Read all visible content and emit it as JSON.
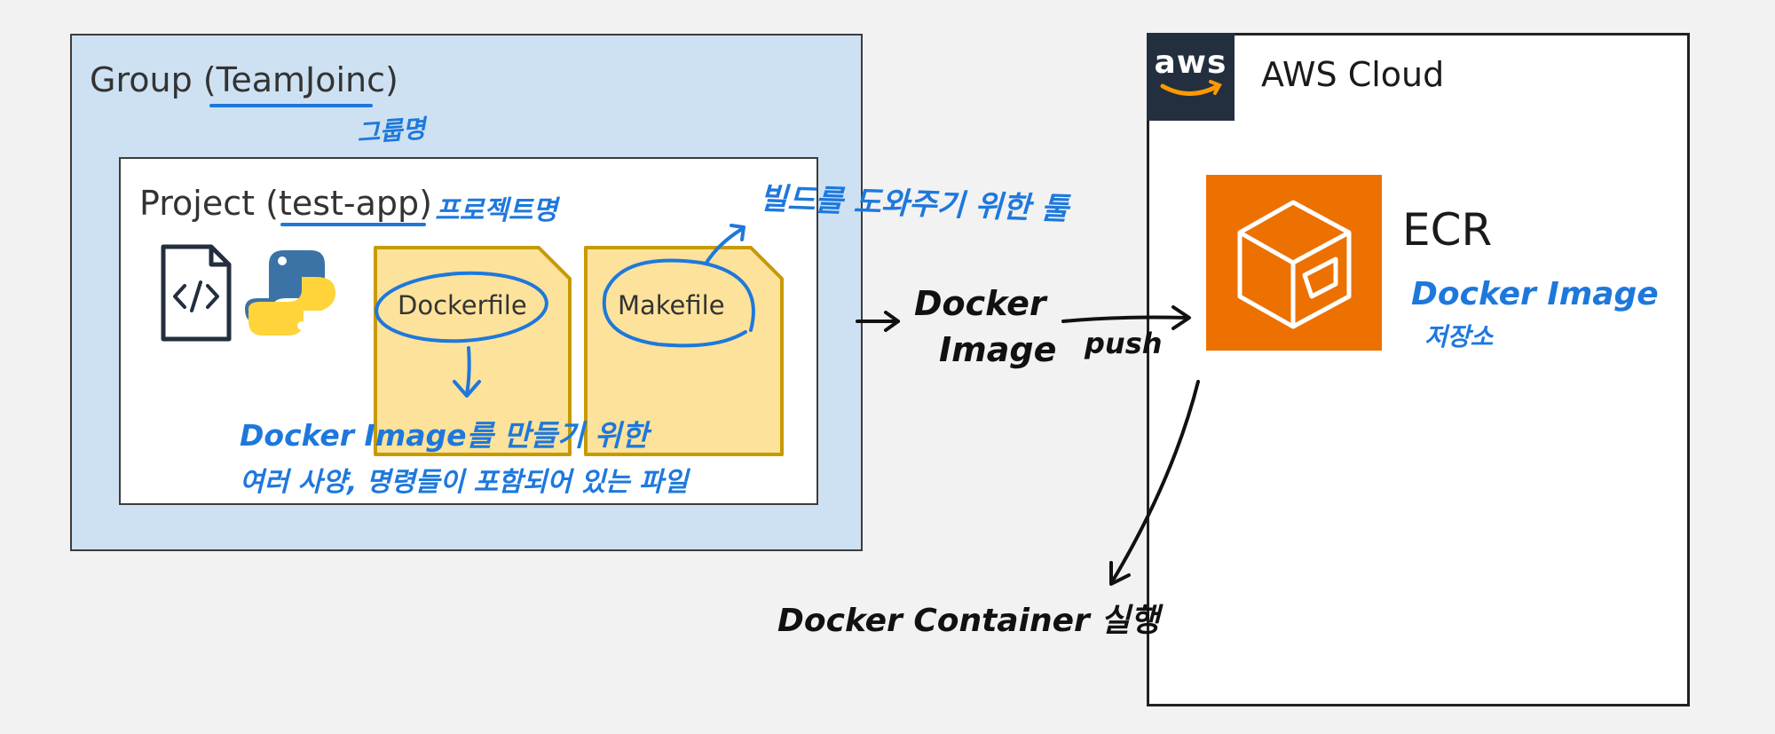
{
  "group": {
    "prefix": "Group (",
    "name": "TeamJoinc",
    "suffix": ")"
  },
  "project": {
    "prefix": "Project (",
    "name": "test-app",
    "suffix": ")"
  },
  "files": {
    "dockerfile": "Dockerfile",
    "makefile": "Makefile"
  },
  "aws": {
    "logo": "aws",
    "cloud_title": "AWS Cloud",
    "ecr_title": "ECR"
  },
  "annotations": {
    "group_name": "그룹명",
    "project_name": "프로젝트명",
    "build_tool": "빌드를 도와주기 위한 툴",
    "dockerfile_line1": "Docker Image를 만들기 위한",
    "dockerfile_line2": "여러 사양, 명령들이 포함되어 있는 파일",
    "docker_image_line1": "Docker",
    "docker_image_line2": "Image",
    "push": "push",
    "ecr_line1": "Docker Image",
    "ecr_line2": "저장소",
    "container": "Docker Container 실행"
  },
  "colors": {
    "group_bg": "#cde1f2",
    "file_fill": "#fde29b",
    "file_border": "#c79a00",
    "aws_logo_bg": "#232f3e",
    "ecr_orange": "#ed7100",
    "handwriting_blue": "#1e78dc",
    "handwriting_black": "#111111"
  },
  "icons": {
    "code_file": "code-file-icon",
    "python": "python-logo-icon",
    "ecr": "ecr-cube-icon"
  }
}
